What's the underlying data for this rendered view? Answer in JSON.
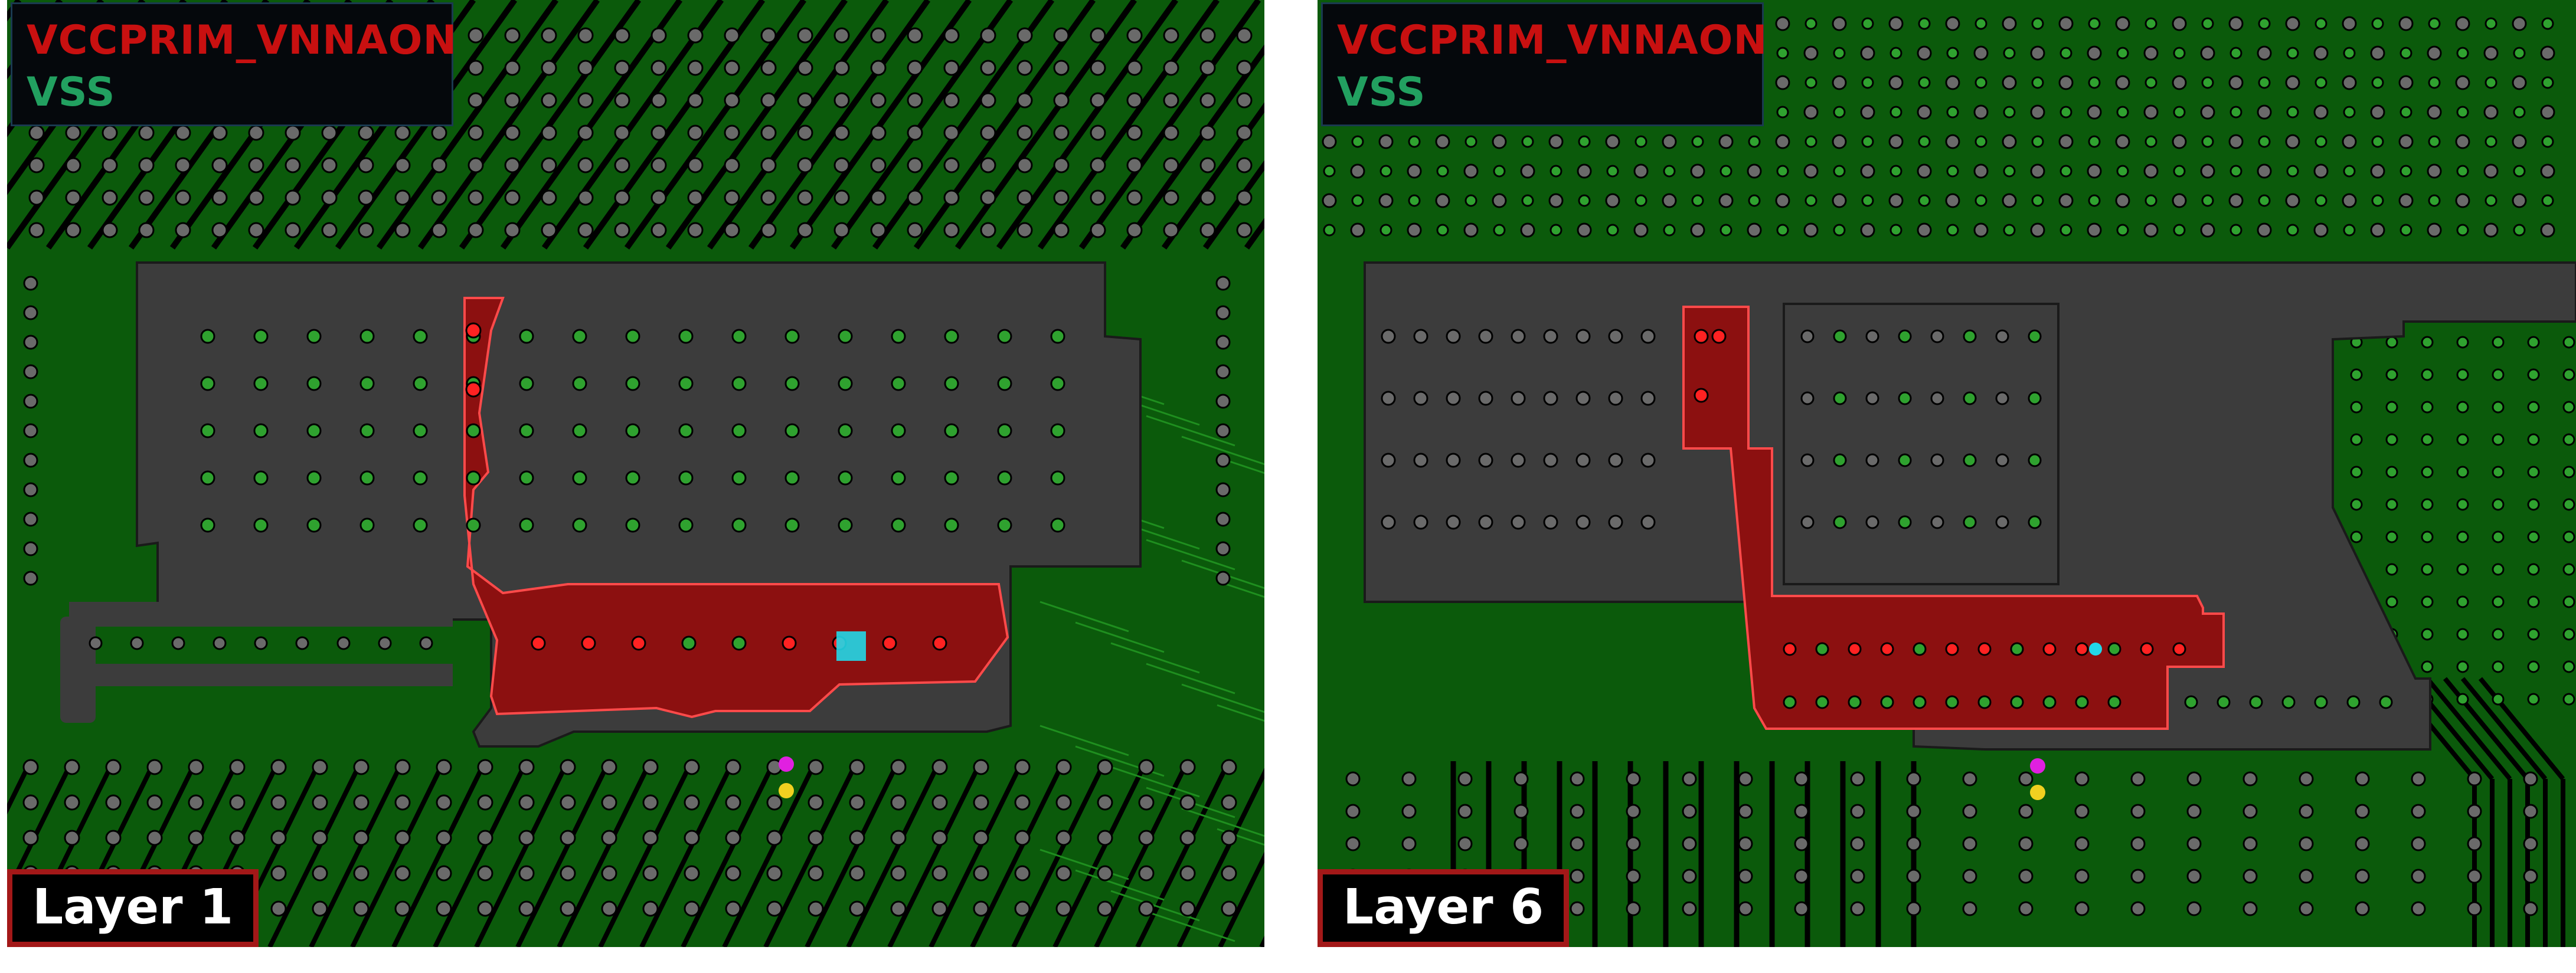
{
  "legend": {
    "net_power": "VCCPRIM_VNNAON",
    "net_ground": "VSS"
  },
  "panels": [
    {
      "layer_label": "Layer 1"
    },
    {
      "layer_label": "Layer 6"
    }
  ],
  "colors": {
    "net_power": "#c81010",
    "net_ground": "#22a060",
    "board_fill": "#0b5a0b",
    "board_background": "#0a3f0a",
    "copper_pour": "#3c3c3c",
    "via": "#6a6a6a",
    "via_ground": "#2fa22f",
    "via_power": "#ff2222",
    "marker_cyan": "#22d8e8",
    "marker_magenta": "#e020e0",
    "marker_yellow": "#f0d020"
  }
}
